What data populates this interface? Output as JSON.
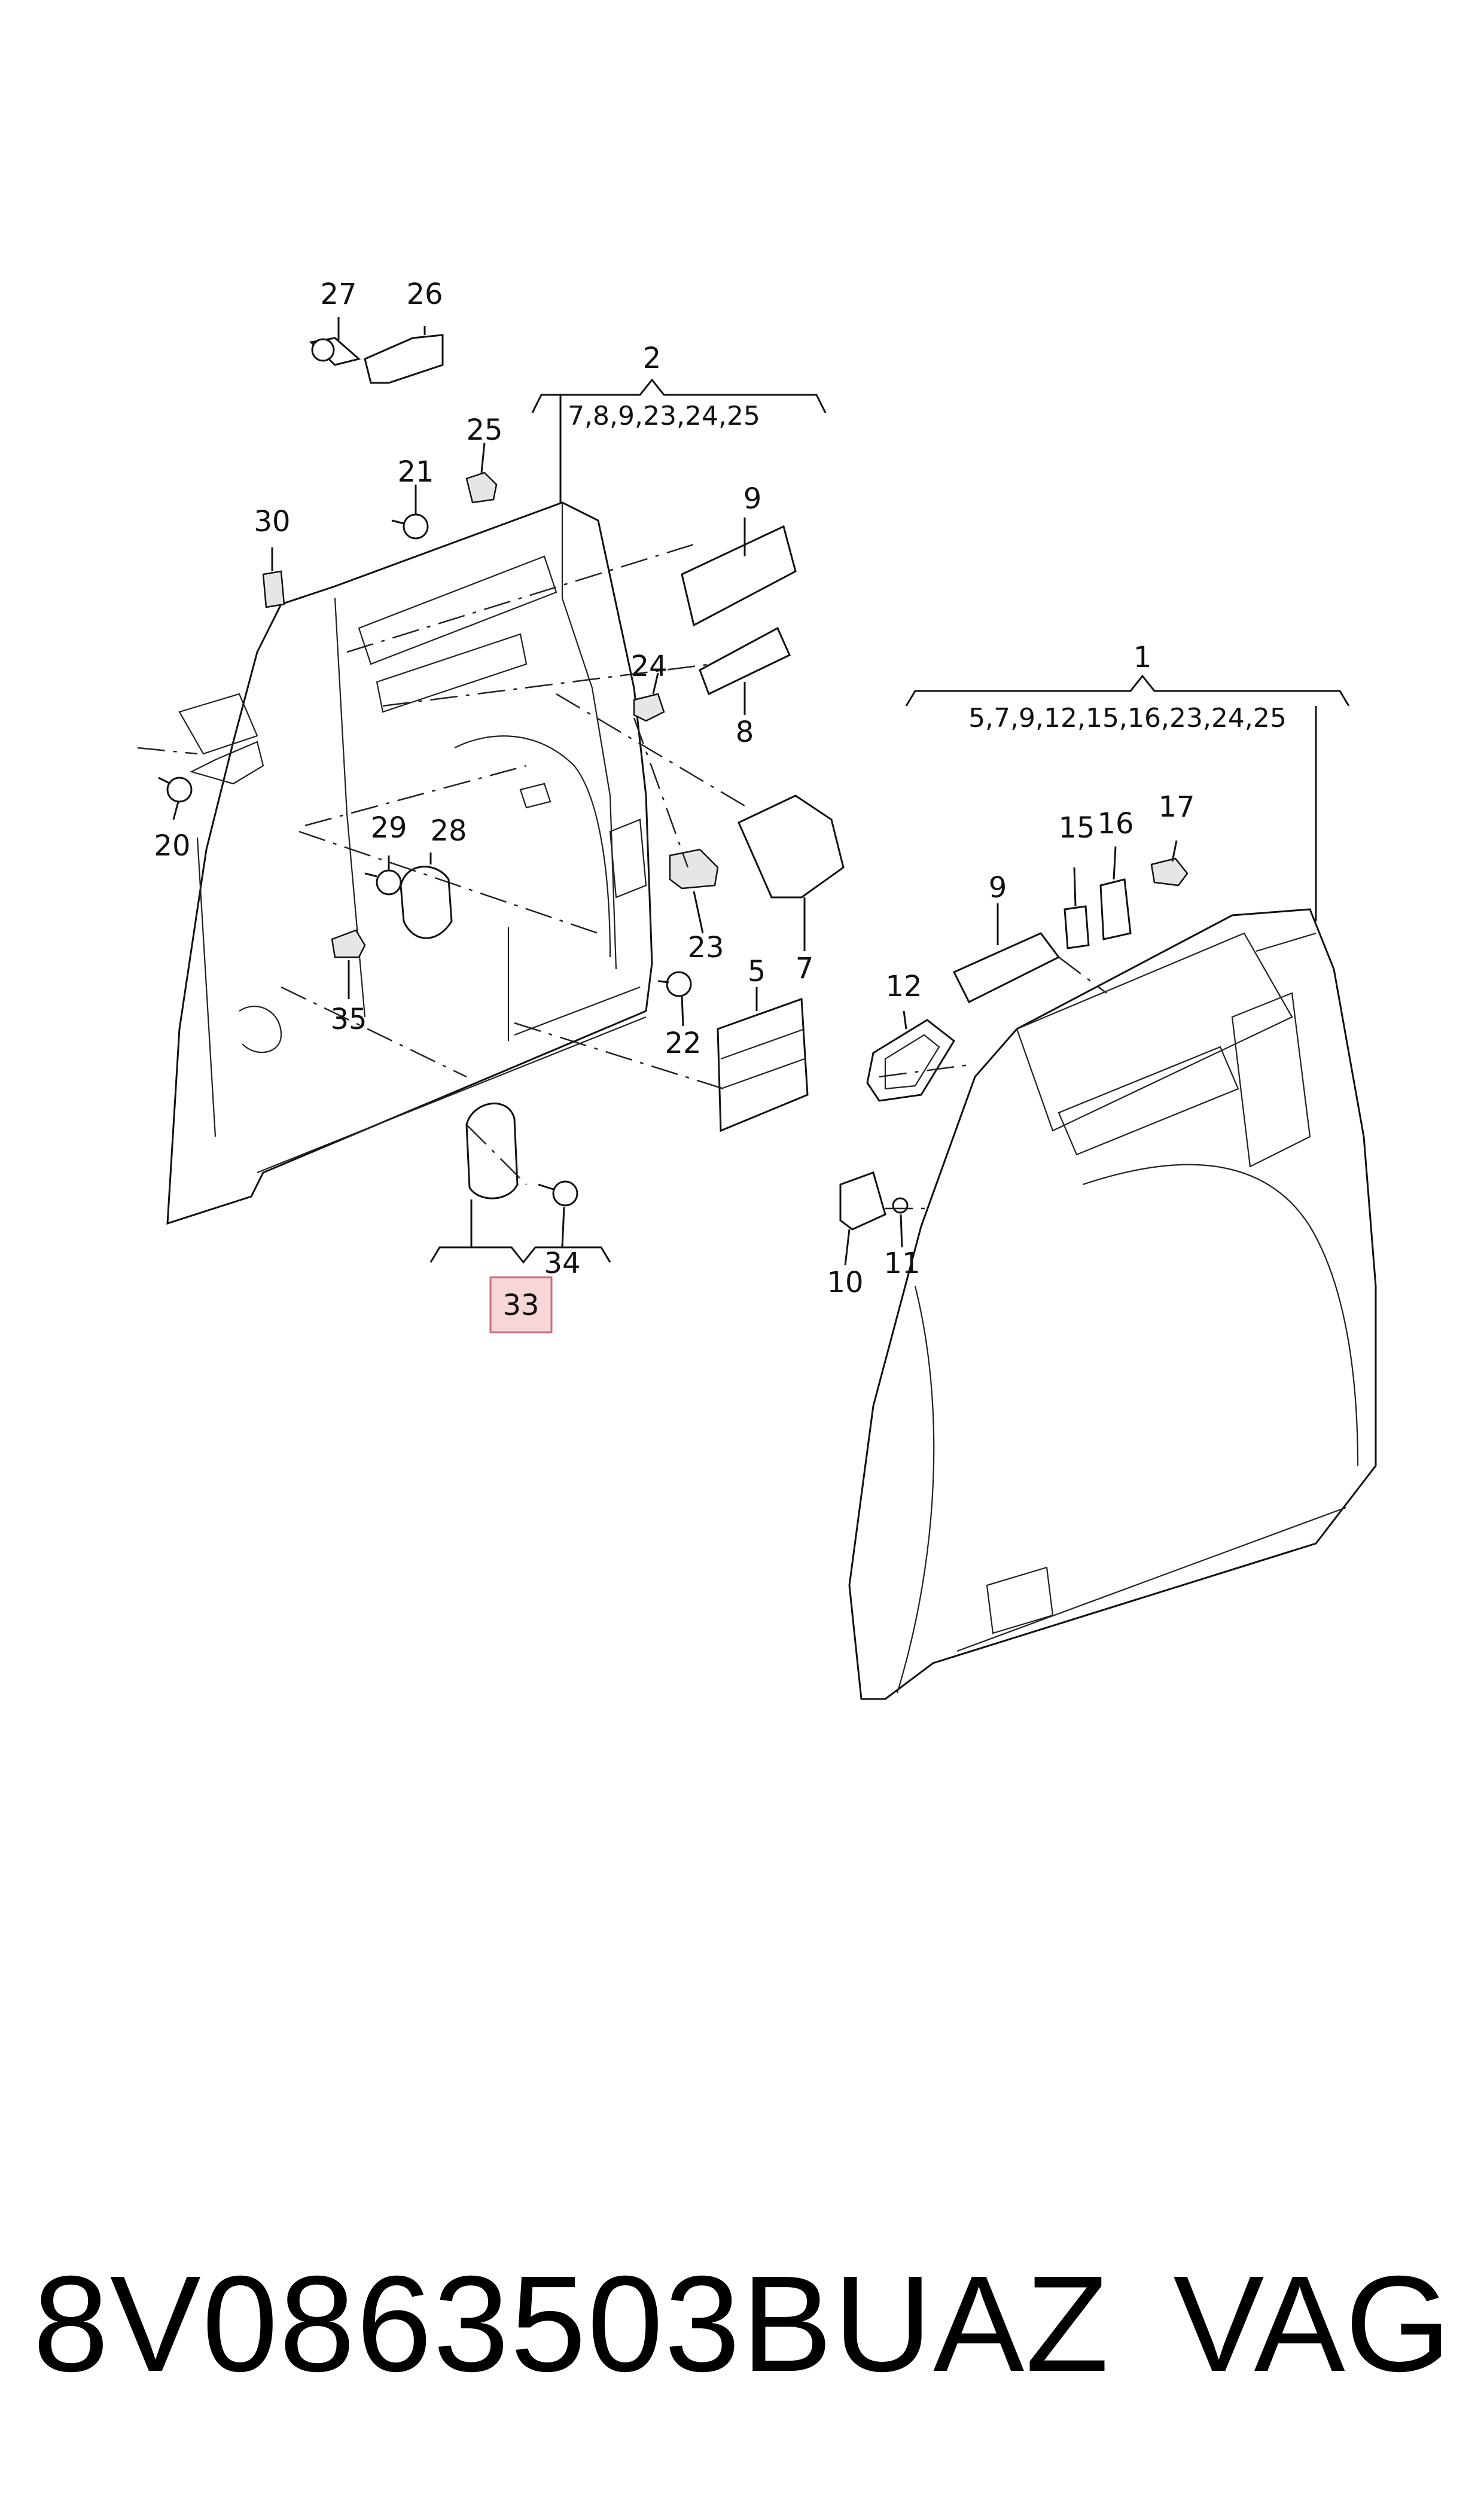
{
  "diagram": {
    "callouts": {
      "c1": "1",
      "c2": "2",
      "c5": "5",
      "c7": "7",
      "c8": "8",
      "c9a": "9",
      "c9b": "9",
      "c10": "10",
      "c11": "11",
      "c12": "12",
      "c15": "15",
      "c16": "16",
      "c17": "17",
      "c20": "20",
      "c21": "21",
      "c22": "22",
      "c23": "23",
      "c24": "24",
      "c25": "25",
      "c26": "26",
      "c27": "27",
      "c28": "28",
      "c29": "29",
      "c30": "30",
      "c33": "33",
      "c34": "34",
      "c35": "35"
    },
    "group_2_contents": "7,8,9,23,24,25",
    "group_1_contents": "5,7,9,12,15,16,23,24,25",
    "highlight_color": "#f7d6d9"
  },
  "footer": {
    "part_number": "8V0863503BUAZ",
    "brand": "VAG"
  }
}
